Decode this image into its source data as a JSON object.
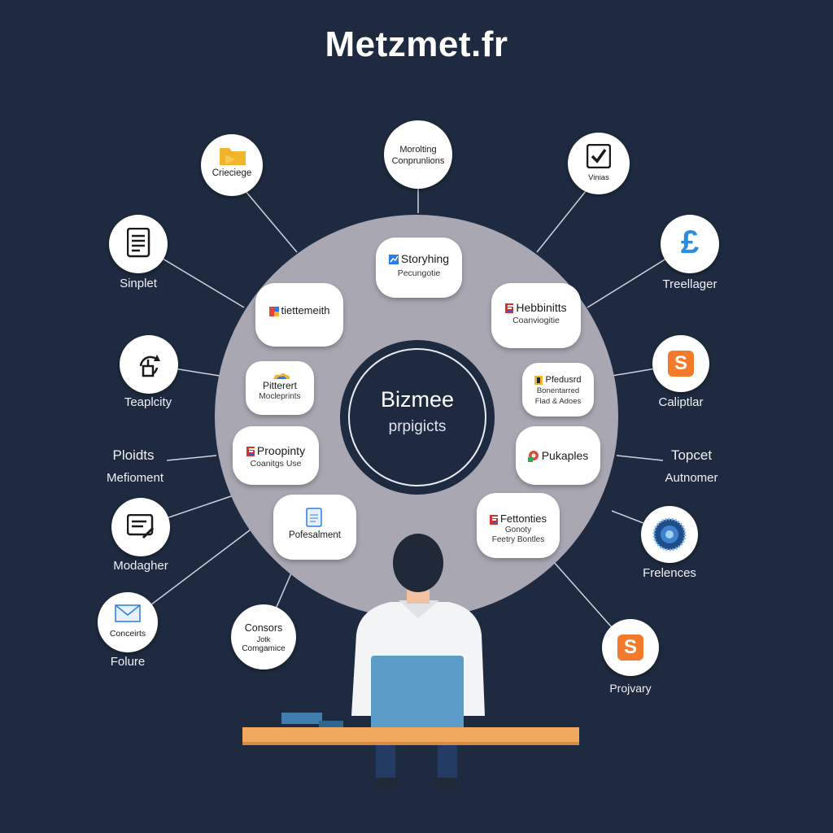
{
  "title": "Metzmet.fr",
  "hub": {
    "title": "Bizmee",
    "subtitle": "prpigicts"
  },
  "inner_cards": [
    {
      "id": "storyhing",
      "title": "Storyhing",
      "subtitle": "Pecungotie"
    },
    {
      "id": "hebbinitts",
      "title": "Hebbinitts",
      "subtitle": "Coanviogitie"
    },
    {
      "id": "pfedusrd",
      "title": "Pfedusrd",
      "subtitle": "Bonentarred",
      "subtitle2": "Flad & Adoes"
    },
    {
      "id": "pukaples",
      "title": "Pukaples",
      "subtitle": ""
    },
    {
      "id": "fettonties",
      "title": "Fettonties",
      "subtitle": "Gonoty",
      "subtitle2": "Feetry Bontles"
    },
    {
      "id": "pofesalment",
      "title": "Pofesalment",
      "subtitle": ""
    },
    {
      "id": "proopinty",
      "title": "Proopinty",
      "subtitle": "Coanitgs Use"
    },
    {
      "id": "pitterert",
      "title": "Pitterert",
      "subtitle": "Mocleprints"
    },
    {
      "id": "tiettemeith",
      "title": "tiettemeith",
      "subtitle": ""
    }
  ],
  "outer_nodes": [
    {
      "id": "crieciege",
      "caption": "Crieciege",
      "label": "",
      "icon": "folder-icon"
    },
    {
      "id": "morolting",
      "caption": "Morolting",
      "caption2": "Conprunlions",
      "label": "",
      "icon": ""
    },
    {
      "id": "vinas",
      "caption": "Vinias",
      "label": "",
      "icon": "checkbox-icon"
    },
    {
      "id": "treellager",
      "caption": "",
      "label": "Treellager",
      "icon": "pound-icon"
    },
    {
      "id": "caliptlar",
      "caption": "",
      "label": "Caliptlar",
      "icon": "orange-s-icon"
    },
    {
      "id": "topcet",
      "caption": "",
      "label": "Topcet",
      "label2": "Autnomer",
      "icon": ""
    },
    {
      "id": "frelences",
      "caption": "",
      "label": "Frelences",
      "icon": "globe-icon"
    },
    {
      "id": "projvary",
      "caption": "",
      "label": "Projvary",
      "icon": "orange-s-icon"
    },
    {
      "id": "consors",
      "caption": "Consors",
      "caption2": "Jotk",
      "caption3": "Comgamice",
      "label": "",
      "icon": ""
    },
    {
      "id": "folure",
      "caption": "Conceirts",
      "label": "Folure",
      "icon": "envelope-icon"
    },
    {
      "id": "modagher",
      "caption": "",
      "label": "Modagher",
      "icon": "edit-list-icon"
    },
    {
      "id": "ploidts",
      "caption": "",
      "label": "Ploidts",
      "label2": "Mefioment",
      "icon": ""
    },
    {
      "id": "teaplcity",
      "caption": "",
      "label": "Teaplcity",
      "icon": "sync-box-icon"
    },
    {
      "id": "sinplet",
      "caption": "",
      "label": "Sinplet",
      "icon": "document-icon"
    }
  ],
  "colors": {
    "background": "#1d2a3f",
    "ring": "#a9a7b2",
    "accent_orange": "#f27a2a",
    "accent_blue": "#2b7de9",
    "desk": "#f0a860",
    "monitor": "#5b9cc8"
  }
}
